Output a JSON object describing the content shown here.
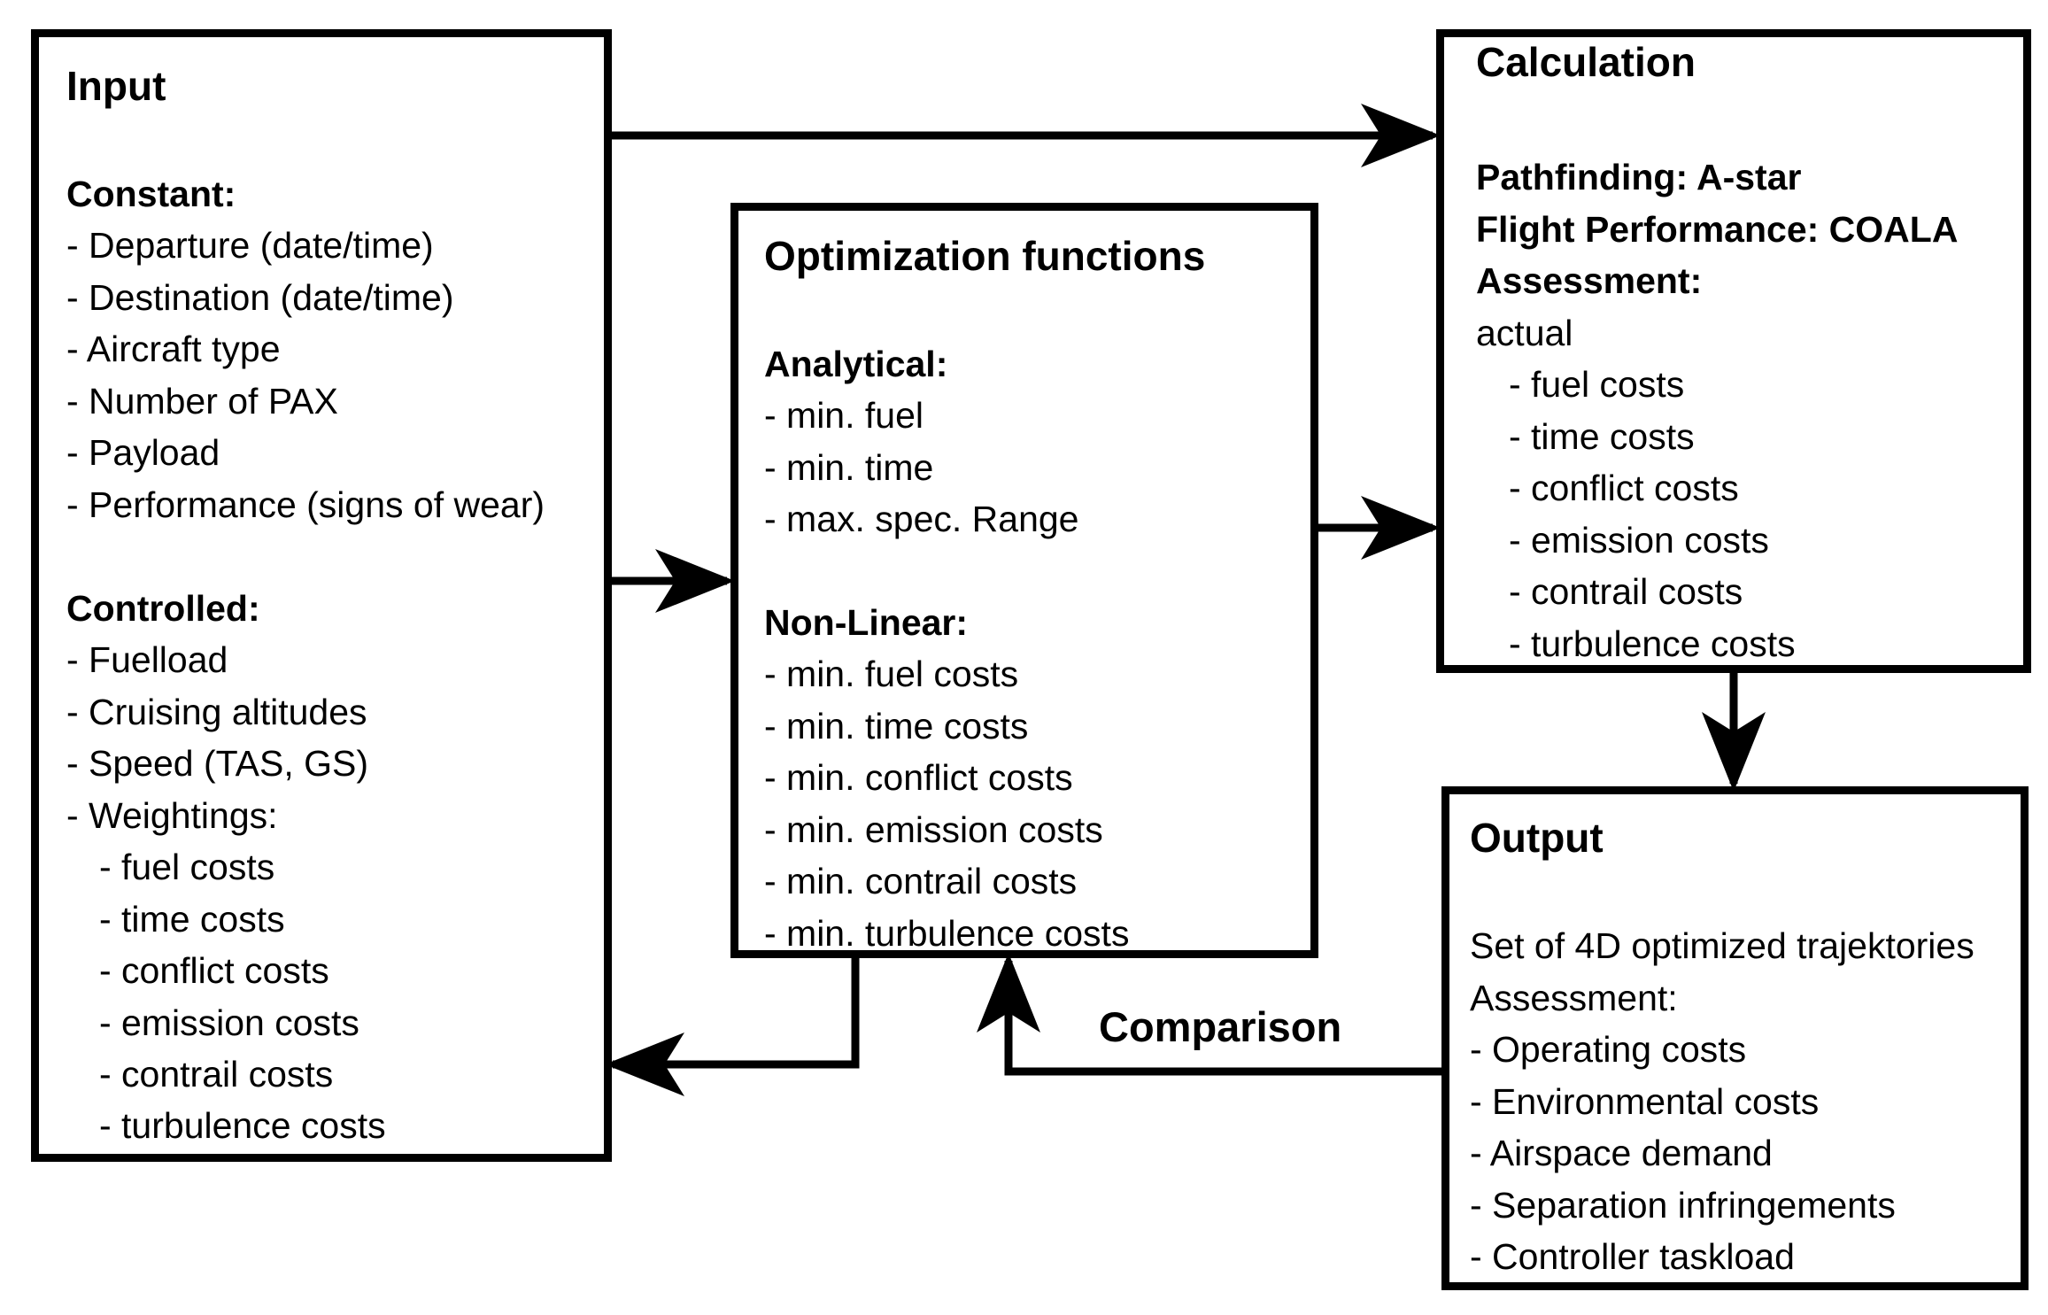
{
  "input": {
    "title": "Input",
    "constant_heading": "Constant:",
    "constant_items": [
      "- Departure (date/time)",
      "- Destination (date/time)",
      "- Aircraft type",
      "- Number of PAX",
      "- Payload",
      "- Performance (signs of wear)"
    ],
    "controlled_heading": "Controlled:",
    "controlled_items": [
      "- Fuelload",
      "- Cruising altitudes",
      "- Speed (TAS, GS)",
      "- Weightings:"
    ],
    "weightings": [
      "- fuel costs",
      "- time costs",
      "- conflict costs",
      "- emission costs",
      "- contrail costs",
      "- turbulence costs"
    ]
  },
  "optimization": {
    "title": "Optimization functions",
    "analytical_heading": "Analytical:",
    "analytical_items": [
      "- min. fuel",
      "- min. time",
      "- max. spec. Range"
    ],
    "nonlinear_heading": "Non-Linear:",
    "nonlinear_items": [
      "- min. fuel costs",
      "- min. time costs",
      "- min. conflict costs",
      "- min. emission costs",
      "- min. contrail costs",
      "- min. turbulence costs"
    ]
  },
  "calculation": {
    "title": "Calculation",
    "pathfinding": "Pathfinding: A-star",
    "flight_performance": "Flight Performance: COALA",
    "assessment_heading": "Assessment:",
    "actual": "actual",
    "items": [
      "- fuel costs",
      "- time costs",
      "- conflict costs",
      "- emission costs",
      "- contrail costs",
      "- turbulence costs"
    ]
  },
  "output": {
    "title": "Output",
    "set_line": "Set of 4D optimized trajektories",
    "assessment_heading": "Assessment:",
    "items": [
      "- Operating costs",
      "- Environmental costs",
      "- Airspace demand",
      "- Separation infringements",
      "- Controller taskload"
    ]
  },
  "comparison_label": "Comparison"
}
